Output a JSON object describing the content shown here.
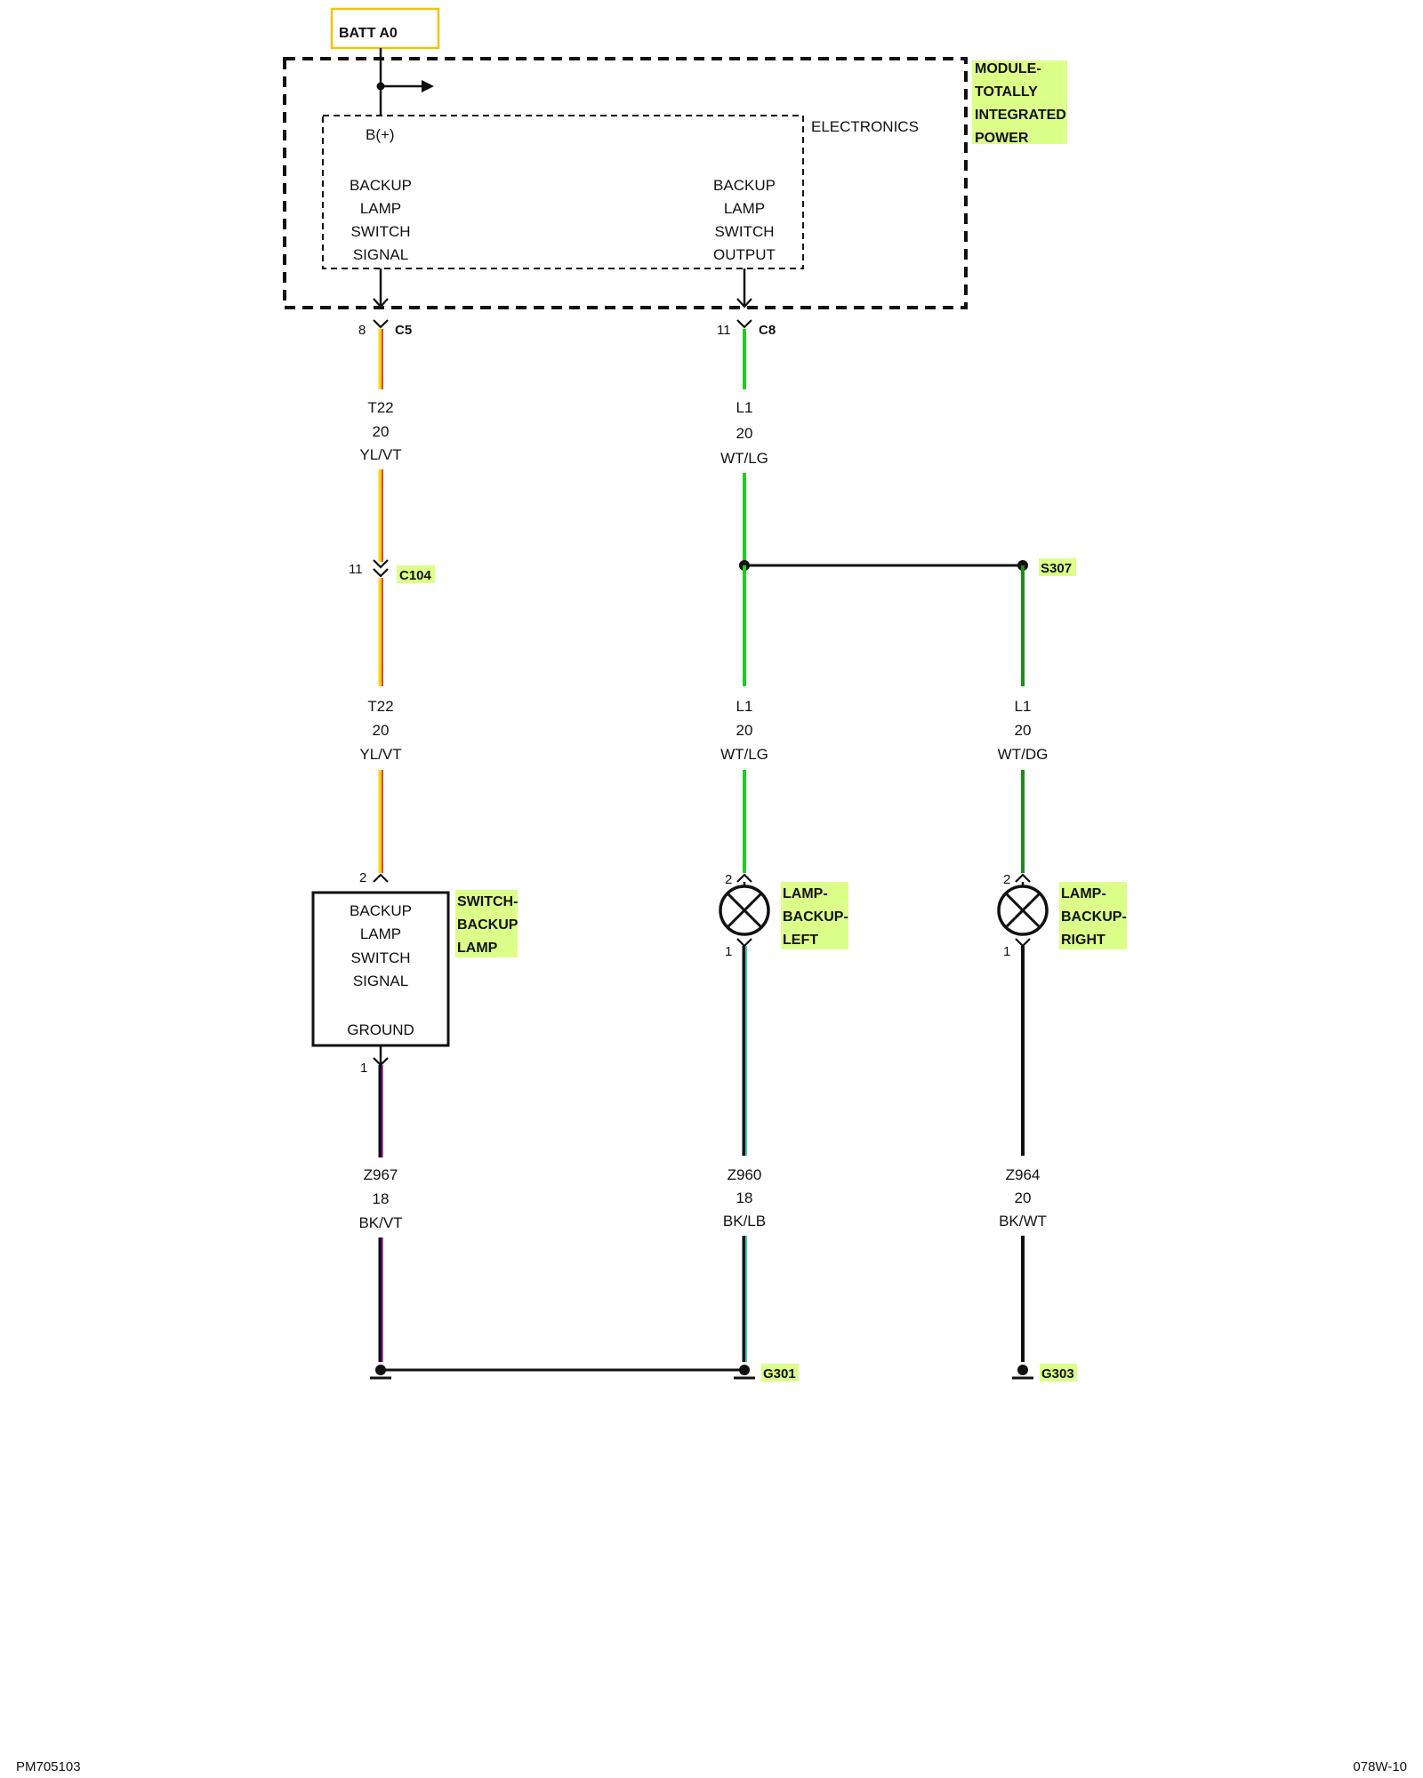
{
  "power": {
    "label": "BATT A0"
  },
  "module": {
    "name": [
      "MODULE-",
      "TOTALLY",
      "INTEGRATED",
      "POWER"
    ],
    "section": "ELECTRONICS",
    "bplus": "B(+)",
    "signal_pin": [
      "BACKUP",
      "LAMP",
      "SWITCH",
      "SIGNAL"
    ],
    "output_pin": [
      "BACKUP",
      "LAMP",
      "SWITCH",
      "OUTPUT"
    ]
  },
  "connectors": {
    "c5": {
      "pin": "8",
      "name": "C5"
    },
    "c8": {
      "pin": "11",
      "name": "C8"
    },
    "c104": {
      "pin": "11",
      "name": "C104"
    }
  },
  "splice": {
    "name": "S307"
  },
  "wires": {
    "t22_upper": {
      "circuit": "T22",
      "gauge": "20",
      "color": "YL/VT"
    },
    "t22_lower": {
      "circuit": "T22",
      "gauge": "20",
      "color": "YL/VT"
    },
    "l1_upper": {
      "circuit": "L1",
      "gauge": "20",
      "color": "WT/LG"
    },
    "l1_left": {
      "circuit": "L1",
      "gauge": "20",
      "color": "WT/LG"
    },
    "l1_right": {
      "circuit": "L1",
      "gauge": "20",
      "color": "WT/DG"
    },
    "z967": {
      "circuit": "Z967",
      "gauge": "18",
      "color": "BK/VT"
    },
    "z960": {
      "circuit": "Z960",
      "gauge": "18",
      "color": "BK/LB"
    },
    "z964": {
      "circuit": "Z964",
      "gauge": "20",
      "color": "BK/WT"
    }
  },
  "switch": {
    "name": [
      "SWITCH-",
      "BACKUP",
      "LAMP"
    ],
    "lines": [
      "BACKUP",
      "LAMP",
      "SWITCH",
      "SIGNAL"
    ],
    "ground": "GROUND",
    "pin_top": "2",
    "pin_bottom": "1"
  },
  "lamp_left": {
    "name": [
      "LAMP-",
      "BACKUP-",
      "LEFT"
    ],
    "pin_top": "2",
    "pin_bottom": "1"
  },
  "lamp_right": {
    "name": [
      "LAMP-",
      "BACKUP-",
      "RIGHT"
    ],
    "pin_top": "2",
    "pin_bottom": "1"
  },
  "grounds": {
    "g301": "G301",
    "g303": "G303"
  },
  "footer": {
    "left": "PM705103",
    "right": "078W-10"
  },
  "colors": {
    "yellow": "#ffd500",
    "violet_stripe": "#cc1a55",
    "green": "#22cc22",
    "dark_green": "#1a8f1a",
    "black": "#111111",
    "light_blue": "#33cccc",
    "purple_stripe": "#aa22aa",
    "highlight": "#dcff8a",
    "batt_box": "#f2c400"
  }
}
